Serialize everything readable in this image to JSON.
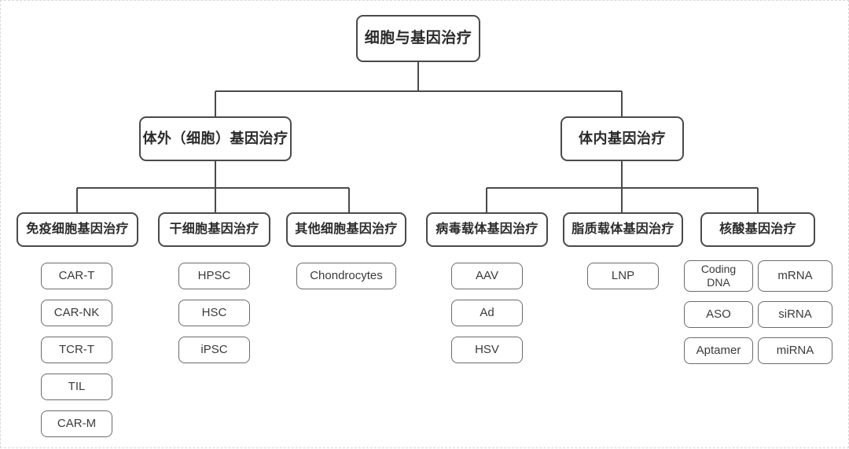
{
  "diagram": {
    "title": "细胞与基因治疗",
    "root": {
      "label": "细胞与基因治疗"
    },
    "branches": [
      {
        "label": "体外（细胞）基因治疗",
        "categories": [
          {
            "label": "免疫细胞基因治疗",
            "items": [
              "CAR-T",
              "CAR-NK",
              "TCR-T",
              "TIL",
              "CAR-M"
            ]
          },
          {
            "label": "干细胞基因治疗",
            "items": [
              "HPSC",
              "HSC",
              "iPSC"
            ]
          },
          {
            "label": "其他细胞基因治疗",
            "items": [
              "Chondrocytes"
            ]
          }
        ]
      },
      {
        "label": "体内基因治疗",
        "categories": [
          {
            "label": "病毒载体基因治疗",
            "items": [
              "AAV",
              "Ad",
              "HSV"
            ]
          },
          {
            "label": "脂质载体基因治疗",
            "items": [
              "LNP"
            ]
          },
          {
            "label": "核酸基因治疗",
            "items": [
              "Coding\nDNA",
              "mRNA",
              "ASO",
              "siRNA",
              "Aptamer",
              "miRNA"
            ]
          }
        ]
      }
    ]
  },
  "style": {
    "line_color": "#4a4a4a",
    "box_border": "#4a4a4a",
    "leaf_border": "#6b6b6b",
    "text_color": "#2b2b2b",
    "leaf_text_color": "#3a3a3a",
    "background": "#ffffff",
    "canvas_border": "#d8d8d8"
  }
}
